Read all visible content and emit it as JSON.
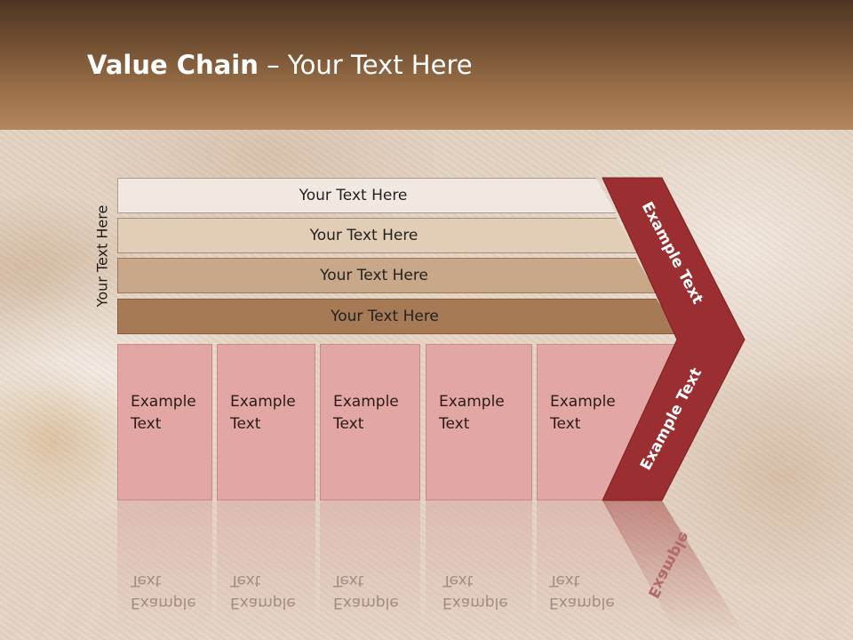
{
  "slide": {
    "title_bold": "Value Chain",
    "title_rest": " – Your Text Here",
    "side_label": "Your Text Here"
  },
  "bars": [
    {
      "label": "Your Text Here",
      "color": "#f1e9e1"
    },
    {
      "label": "Your Text Here",
      "color": "#e2cdb7"
    },
    {
      "label": "Your Text Here",
      "color": "#c9a88a"
    },
    {
      "label": "Your Text Here",
      "color": "#a57a55"
    }
  ],
  "boxes": [
    {
      "line1": "Example",
      "line2": "Text"
    },
    {
      "line1": "Example",
      "line2": "Text"
    },
    {
      "line1": "Example",
      "line2": "Text"
    },
    {
      "line1": "Example",
      "line2": "Text"
    },
    {
      "line1": "Example",
      "line2": "Text"
    }
  ],
  "chevron": {
    "upper_label": "Example Text",
    "lower_label": "Example Text",
    "color": "#9b2e30"
  }
}
